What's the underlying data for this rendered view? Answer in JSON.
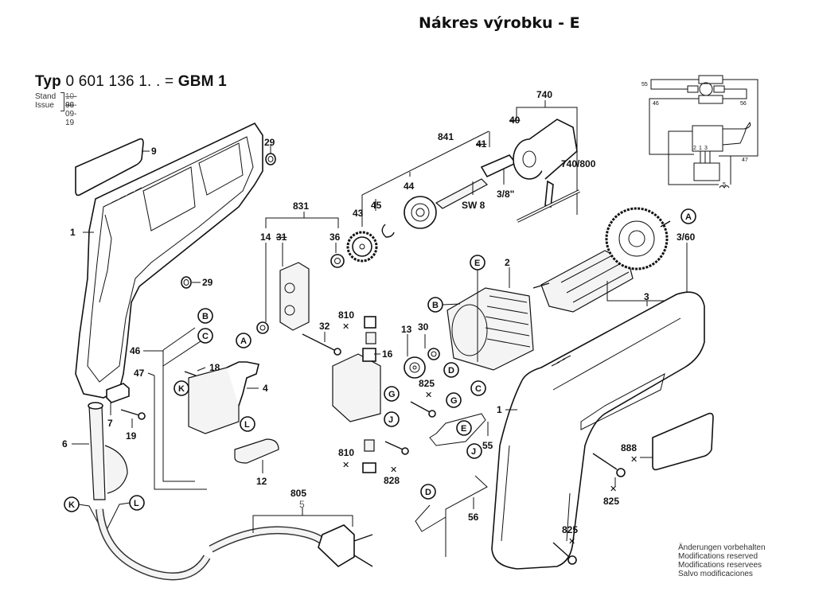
{
  "header": {
    "title": "Nákres výrobku - E",
    "type_prefix": "Typ",
    "type_number": "0 601 136 1. .",
    "type_equals": "=",
    "model": "GBM 1",
    "stand_label": "Stand",
    "issue_label": "Issue",
    "stand_value": "10-89",
    "issue_value": "96-09-19"
  },
  "footer": {
    "notice_lines": [
      "Änderungen vorbehalten",
      "Modifications reserved",
      "Modifications reservees",
      "Salvo modificaciones"
    ]
  },
  "part_labels": {
    "p1_left": "1",
    "p1_right": "1",
    "p2": "2",
    "p3": "3",
    "p3_60": "3/60",
    "p4": "4",
    "p5": "5",
    "p6": "6",
    "p7": "7",
    "p9": "9",
    "p12": "12",
    "p13": "13",
    "p14": "14",
    "p16": "16",
    "p18": "18",
    "p19": "19",
    "p29_top": "29",
    "p29_mid": "29",
    "p30": "30",
    "p31": "31",
    "p32": "32",
    "p36": "36",
    "p40": "40",
    "p41": "41",
    "p43": "43",
    "p44": "44",
    "p45": "45",
    "p46": "46",
    "p47": "47",
    "p55": "55",
    "p56": "56",
    "p740": "740",
    "p740_800": "740/800",
    "p805": "805",
    "p810_top": "810",
    "p810_bottom": "810",
    "p825_center": "825",
    "p825_right": "825",
    "p825_bottom": "825",
    "p828": "828",
    "p831": "831",
    "p841": "841",
    "p888": "888",
    "sw8": "SW 8",
    "thread": "3/8\""
  },
  "connector_labels": {
    "A_left": "A",
    "A_right": "A",
    "B_left": "B",
    "B_right": "B",
    "C_left": "C",
    "C_right": "C",
    "D_stator": "D",
    "D_wire": "D",
    "E_stator": "E",
    "E_wire": "E",
    "G_brush": "G",
    "G_wire": "G",
    "J_brush": "J",
    "J_wire": "J",
    "K_switch": "K",
    "K_cord": "K",
    "L_switch": "L",
    "L_cord": "L"
  },
  "schematic": {
    "labels": [
      "55",
      "46",
      "56",
      "47",
      "5",
      "2",
      "1",
      "3"
    ]
  }
}
